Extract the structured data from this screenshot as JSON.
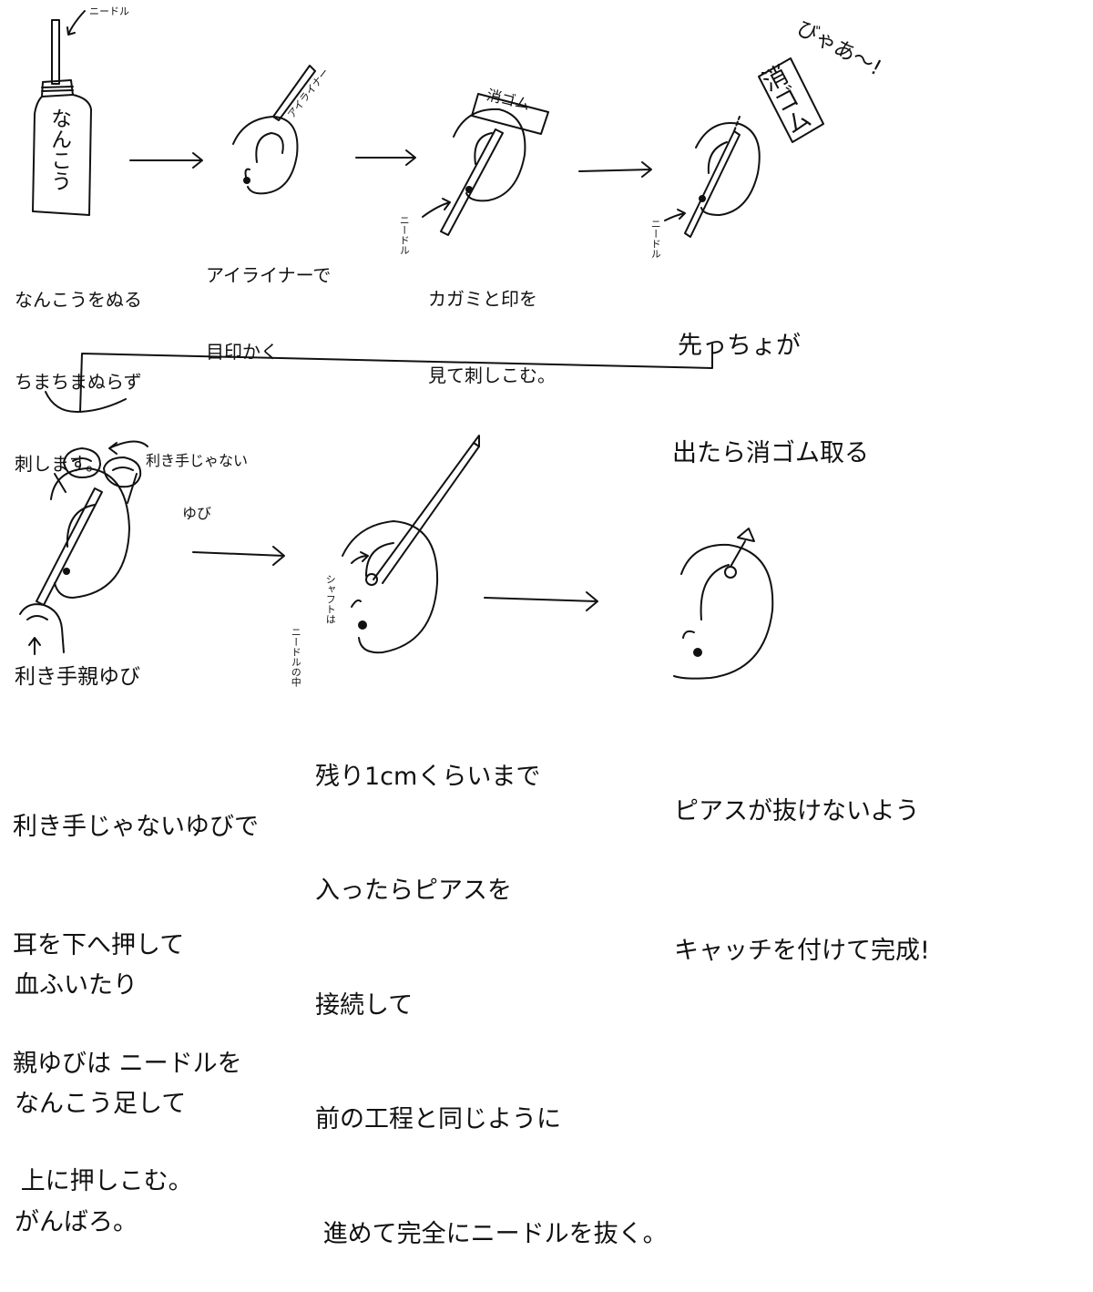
{
  "labels": {
    "needle_top": "ニードル",
    "ointment_tube": "なんこう",
    "eyeliner_on_pencil": "アイライナー",
    "eraser_label": "消ゴム",
    "eraser_label_2": "消ゴム",
    "byaa": "びゃあ〜!",
    "needle_step3": "ニードル",
    "needle_step4": "ニードル",
    "non_dominant_finger": [
      "利き手じゃない",
      "ゆび"
    ],
    "dominant_thumb": "利き手親ゆび",
    "shaft": "シャフトは",
    "inside_needle": "ニードルの中"
  },
  "captions": {
    "step1": [
      "なんこうをぬる",
      "ちまちまぬらず",
      "刺します。"
    ],
    "step2": [
      "アイライナーで",
      "目印かく"
    ],
    "step3": [
      "カガミと印を",
      "見て刺しこむ。"
    ],
    "step4": [
      "先っちょが",
      "出たら消ゴム取る"
    ],
    "step5": [
      "利き手じゃないゆびで",
      "耳を下へ押して",
      "親ゆびは ニードルを",
      " 上に押しこむ。"
    ],
    "step5_note": [
      "血ふいたり",
      "なんこう足して",
      "がんばろ。"
    ],
    "step6": [
      "残り1cmくらいまで",
      "入ったらピアスを",
      "接続して",
      "前の工程と同じように",
      " 進めて完全にニードルを抜く。"
    ],
    "step7": [
      "ピアスが抜けないよう",
      "キャッチを付けて完成!"
    ]
  }
}
